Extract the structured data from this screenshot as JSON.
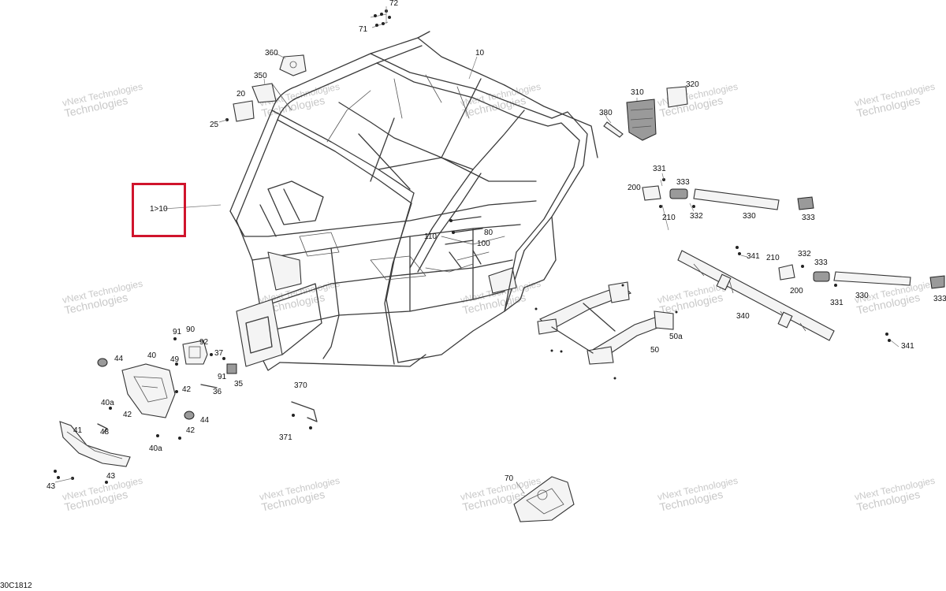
{
  "diagram_code": "30C1812",
  "highlight": {
    "label": "1>10",
    "color": "#d0142c"
  },
  "watermark": {
    "line1": "vNext Technologies",
    "line2": "Technologies",
    "top": "vNext"
  },
  "callouts": {
    "c72": "72",
    "c71": "71",
    "c10": "10",
    "c360": "360",
    "c350": "350",
    "c20": "20",
    "c25": "25",
    "c310": "310",
    "c320": "320",
    "c380": "380",
    "c331a": "331",
    "c333a": "333",
    "c200a": "200",
    "c210a": "210",
    "c332a": "332",
    "c330a": "330",
    "c333b": "333",
    "c110": "110",
    "c80": "80",
    "c100": "100",
    "c341a": "341",
    "c210b": "210",
    "c332b": "332",
    "c333c": "333",
    "c200b": "200",
    "c331b": "331",
    "c330b": "330",
    "c333d": "333",
    "c340": "340",
    "c341b": "341",
    "c50a": "50a",
    "c50": "50",
    "c91a": "91",
    "c90": "90",
    "c92": "92",
    "c37": "37",
    "c49": "49",
    "c91b": "91",
    "c35": "35",
    "c44a": "44",
    "c40": "40",
    "c42a": "42",
    "c36": "36",
    "c40a1": "40a",
    "c42b": "42",
    "c44b": "44",
    "c48": "48",
    "c41": "41",
    "c42c": "42",
    "c40a2": "40a",
    "c370": "370",
    "c371": "371",
    "c43a": "43",
    "c43b": "43",
    "c70": "70"
  }
}
